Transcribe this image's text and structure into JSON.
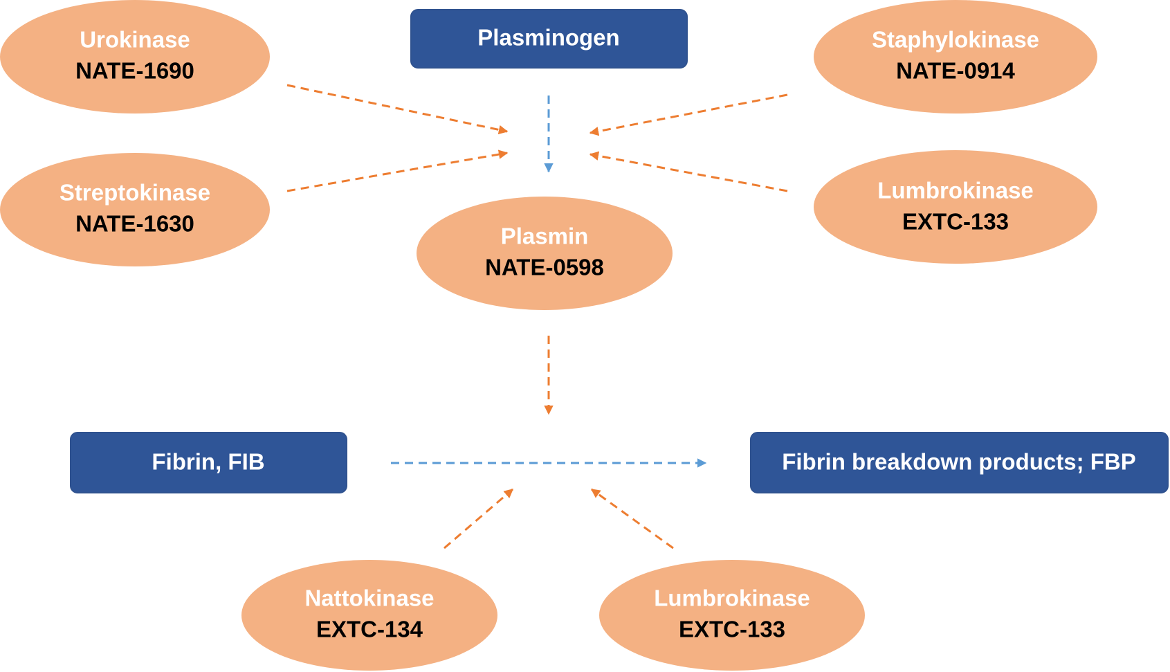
{
  "colors": {
    "ellipse_fill": "#F4B183",
    "box_fill": "#2F5597",
    "box_border": "#2F528F",
    "arrow_orange": "#ED7D31",
    "arrow_blue": "#5B9BD5"
  },
  "boxes": {
    "plasminogen": "Plasminogen",
    "fibrin": "Fibrin, FIB",
    "fbp": "Fibrin breakdown products; FBP"
  },
  "activators": {
    "urokinase": {
      "name": "Urokinase",
      "code": "NATE-1690"
    },
    "streptokinase": {
      "name": "Streptokinase",
      "code": "NATE-1630"
    },
    "staphylokinase": {
      "name": "Staphylokinase",
      "code": "NATE-0914"
    },
    "lumbrokinase_top": {
      "name": "Lumbrokinase",
      "code": "EXTC-133"
    }
  },
  "plasmin": {
    "name": "Plasmin",
    "code": "NATE-0598"
  },
  "fibrinolytics": {
    "nattokinase": {
      "name": "Nattokinase",
      "code": "EXTC-134"
    },
    "lumbrokinase_bottom": {
      "name": "Lumbrokinase",
      "code": "EXTC-133"
    }
  }
}
